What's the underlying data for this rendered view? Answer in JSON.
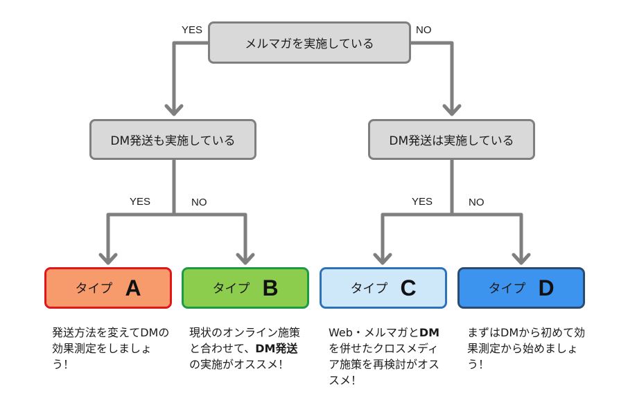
{
  "questions": {
    "root": "メルマガを実施している",
    "left": "DM発送も実施している",
    "right": "DM発送は実施している"
  },
  "edge_labels": {
    "root_yes": "YES",
    "root_no": "NO",
    "left_yes": "YES",
    "left_no": "NO",
    "right_yes": "YES",
    "right_no": "NO"
  },
  "types": [
    {
      "word": "タイプ",
      "letter": "A",
      "fill": "#f79b6c",
      "border": "#e2161a"
    },
    {
      "word": "タイプ",
      "letter": "B",
      "fill": "#8ccd4d",
      "border": "#1e9a47"
    },
    {
      "word": "タイプ",
      "letter": "C",
      "fill": "#cfe8f9",
      "border": "#2a73b8"
    },
    {
      "word": "タイプ",
      "letter": "D",
      "fill": "#3d94ef",
      "border": "#2b4a6e"
    }
  ],
  "descriptions": {
    "a": {
      "text": "発送方法を変えてDMの効果測定をしましょう！"
    },
    "b": {
      "pre": "現状のオンライン施策と合わせて、",
      "bold": "DM発送",
      "post": "の実施がオススメ！"
    },
    "c": {
      "pre": "Web・メルマガと",
      "bold": "DM",
      "post": "を併せたクロスメディア施策を再検討がオススメ！"
    },
    "d": {
      "text": "まずはDMから初めて効果測定から始めましょう！"
    }
  },
  "colors": {
    "connector": "#7f7f7f",
    "question_fill": "#d9d9d9",
    "question_border": "#7f7f7f"
  }
}
